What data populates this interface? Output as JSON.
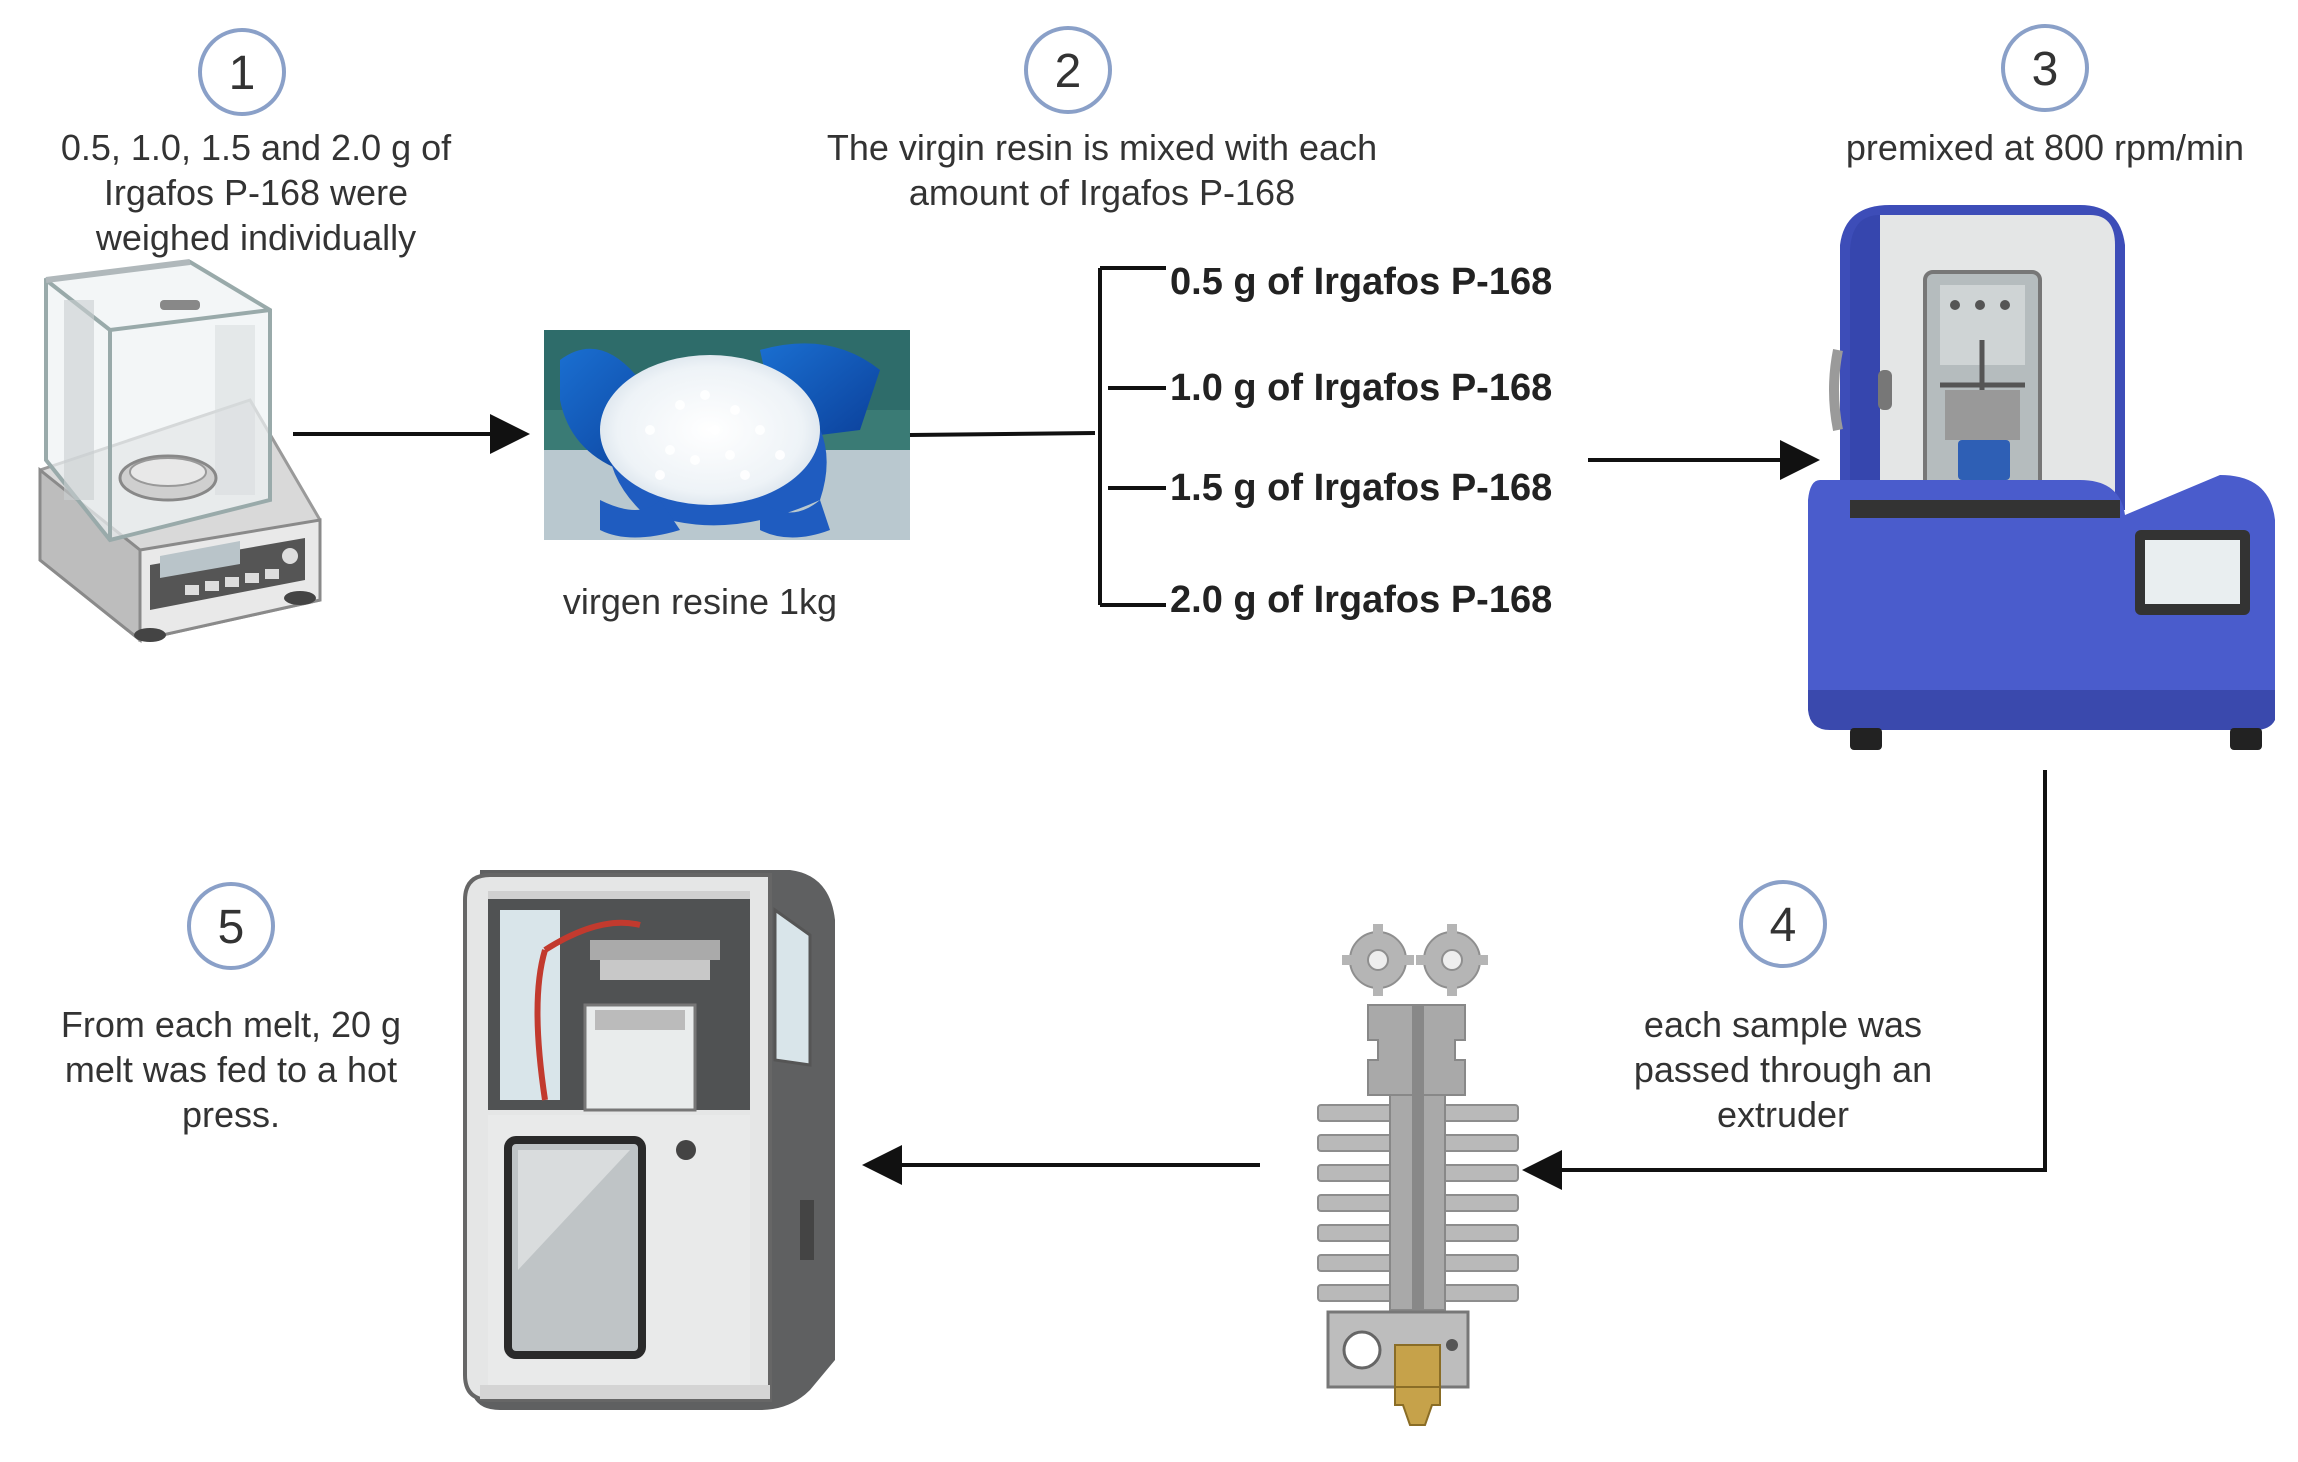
{
  "steps": [
    {
      "number": "1",
      "caption_lines": [
        "0.5, 1.0, 1.5 and 2.0 g of",
        "Irgafos P-168 were",
        "weighed individually"
      ]
    },
    {
      "number": "2",
      "caption_lines": [
        "The virgin resin is mixed with each",
        "amount of Irgafos P-168"
      ]
    },
    {
      "number": "3",
      "caption_lines": [
        "premixed at 800 rpm/min"
      ]
    },
    {
      "number": "4",
      "caption_lines": [
        "each sample was",
        "passed through an",
        "extruder"
      ]
    },
    {
      "number": "5",
      "caption_lines": [
        "From each melt, 20 g",
        "melt was fed to a hot",
        "press."
      ]
    }
  ],
  "resin_label": "virgen resine 1kg",
  "amounts": [
    "0.5 g of Irgafos P-168",
    "1.0 g of Irgafos P-168",
    "1.5 g of Irgafos P-168",
    "2.0 g of Irgafos P-168"
  ],
  "colors": {
    "circle_stroke": "#8aa0c8",
    "mixer_blue": "#4a5ccc",
    "extruder_gray": "#a9a9a9",
    "arrow": "#111111"
  },
  "icons": [
    "analytical-balance-icon",
    "resin-pellets-photo",
    "mixer-machine-icon",
    "extruder-nozzle-icon",
    "hot-press-machine-icon"
  ]
}
